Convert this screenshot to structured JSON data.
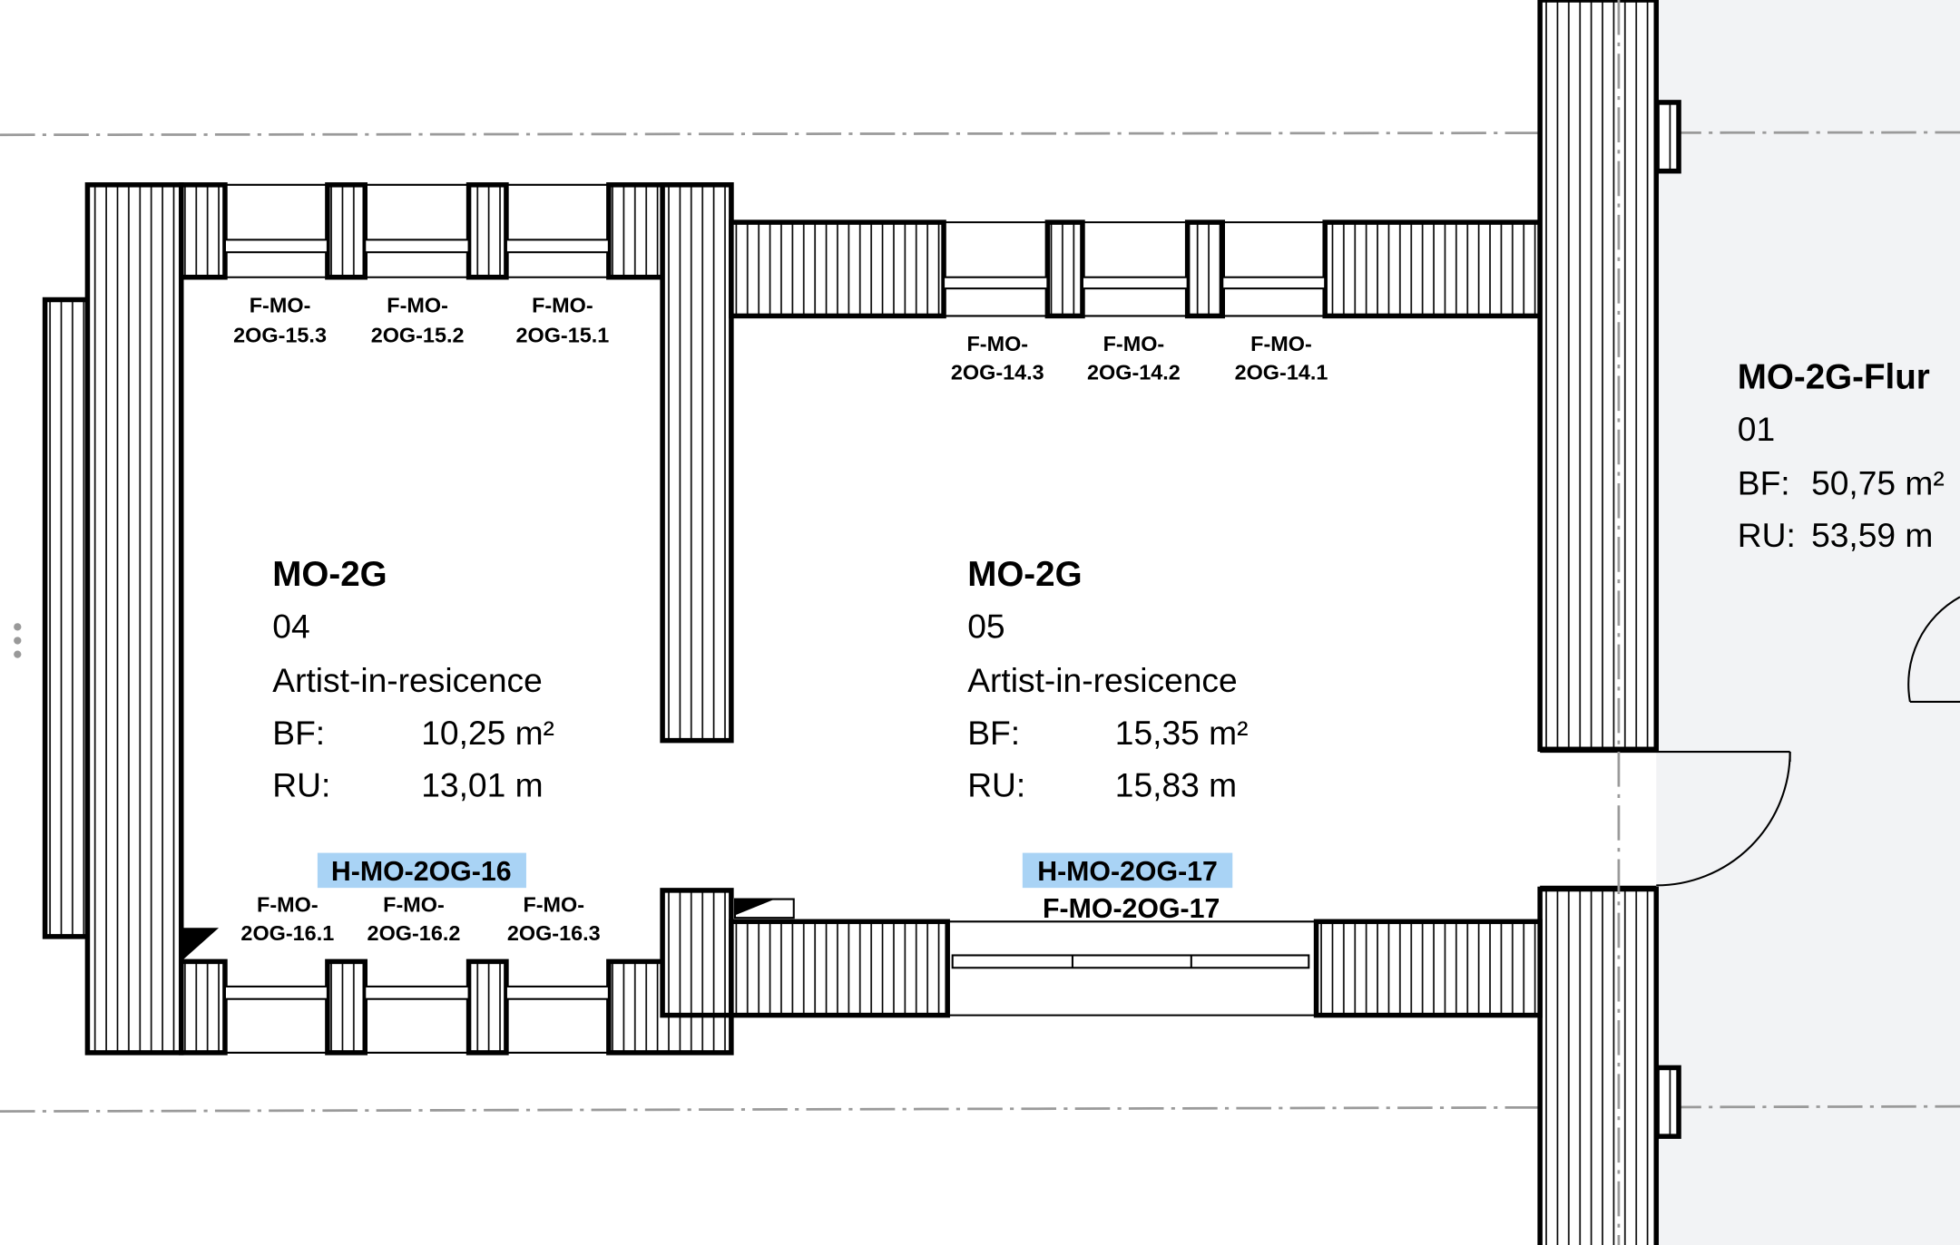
{
  "rooms": [
    {
      "name": "MO-2G",
      "number": "04",
      "use": "Artist-in-resicence",
      "bf_label": "BF:",
      "bf_value": "10,25 m²",
      "ru_label": "RU:",
      "ru_value": "13,01 m"
    },
    {
      "name": "MO-2G",
      "number": "05",
      "use": "Artist-in-resicence",
      "bf_label": "BF:",
      "bf_value": "15,35 m²",
      "ru_label": "RU:",
      "ru_value": "15,83 m"
    },
    {
      "name": "MO-2G-Flur",
      "number": "01",
      "bf_label": "BF:",
      "bf_value": "50,75 m²",
      "ru_label": "RU:",
      "ru_value": "53,59 m"
    }
  ],
  "window_labels": {
    "top_room04": [
      [
        "F-MO-",
        "2OG-15.3"
      ],
      [
        "F-MO-",
        "2OG-15.2"
      ],
      [
        "F-MO-",
        "2OG-15.1"
      ]
    ],
    "top_room05": [
      [
        "F-MO-",
        "2OG-14.3"
      ],
      [
        "F-MO-",
        "2OG-14.2"
      ],
      [
        "F-MO-",
        "2OG-14.1"
      ]
    ],
    "bottom_room04": [
      [
        "F-MO-",
        "2OG-16.1"
      ],
      [
        "F-MO-",
        "2OG-16.2"
      ],
      [
        "F-MO-",
        "2OG-16.3"
      ]
    ],
    "bottom_room05": "F-MO-2OG-17"
  },
  "highlighted_tags": [
    "H-MO-2OG-16",
    "H-MO-2OG-17"
  ],
  "colors": {
    "highlight": "#a9d3f5",
    "corridor_fill": "#f2f3f5",
    "axis": "#9a9a9a"
  }
}
